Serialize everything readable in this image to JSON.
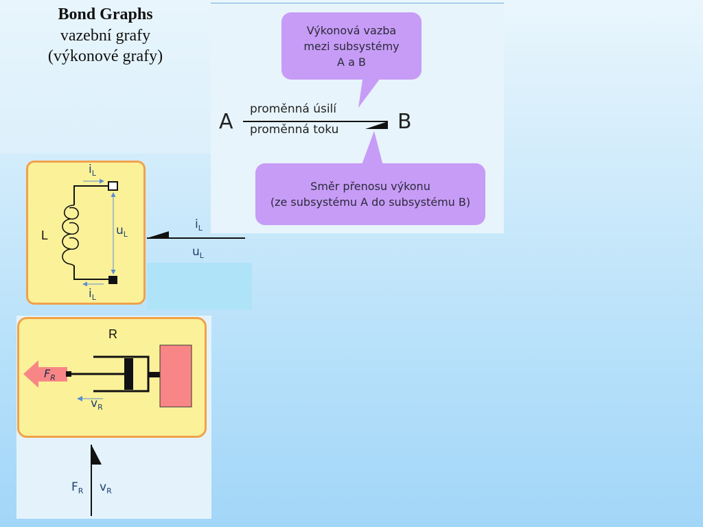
{
  "title": {
    "main": "Bond Graphs",
    "line2": "vazební grafy",
    "line3": "(výkonové grafy)"
  },
  "bond_diagram": {
    "callout_top": [
      "Výkonová vazba",
      "mezi subsystémy",
      "A a B"
    ],
    "callout_bottom": [
      "Směr přenosu výkonu",
      "(ze subsystému A do subsystému B)"
    ],
    "left_label": "A",
    "right_label": "B",
    "effort_label": "proměnná úsilí",
    "flow_label": "proměnná toku"
  },
  "inductor": {
    "element_label": "L",
    "current_top": "i",
    "current_bottom": "i",
    "voltage": "u",
    "subscript": "L",
    "bond_effort": "i",
    "bond_flow": "u"
  },
  "resistor": {
    "element_label": "R",
    "force": "F",
    "velocity": "v",
    "subscript": "R",
    "bond_effort": "F",
    "bond_flow": "v"
  },
  "colors": {
    "callout": "#c79cf6",
    "element_panel_fill": "#fbf199",
    "element_panel_border": "#f0a24a",
    "damper_mass": "#f98686",
    "force_arrow": "#f98686",
    "symbol_text": "#1e3f6e"
  }
}
